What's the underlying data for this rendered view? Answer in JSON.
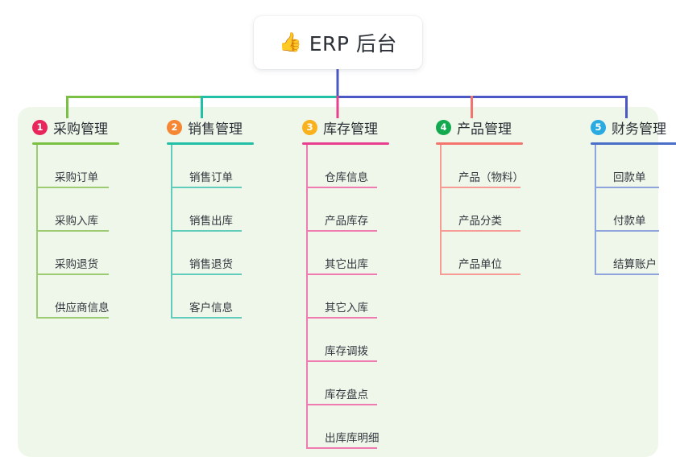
{
  "root": {
    "icon": "thumbs-up-icon",
    "emoji": "👍",
    "title": "ERP 后台"
  },
  "colors": {
    "panel_bg": "#eef7e9",
    "card_bg": "#ffffff",
    "text": "#2c3038",
    "green": "#7ac143",
    "teal": "#21bfa5",
    "pink": "#ea3f8e",
    "red": "#f4736d",
    "blue": "#4b57c4",
    "leaf_blue": "#8fa3dd",
    "badge1": "#e8265b",
    "badge2": "#f58634",
    "badge3": "#f9b21d",
    "badge4": "#13a94e",
    "badge5": "#29abe2"
  },
  "columns": [
    {
      "number": "1",
      "label": "采购管理",
      "badge_color": "#e8265b",
      "rule_color": "#7ac143",
      "line_color": "#9ccb74",
      "items": [
        "采购订单",
        "采购入库",
        "采购退货",
        "供应商信息"
      ]
    },
    {
      "number": "2",
      "label": "销售管理",
      "badge_color": "#f58634",
      "rule_color": "#21bfa5",
      "line_color": "#62ccbc",
      "items": [
        "销售订单",
        "销售出库",
        "销售退货",
        "客户信息"
      ]
    },
    {
      "number": "3",
      "label": "库存管理",
      "badge_color": "#f9b21d",
      "rule_color": "#ea3f8e",
      "line_color": "#ef7bb1",
      "items": [
        "仓库信息",
        "产品库存",
        "其它出库",
        "其它入库",
        "库存调拨",
        "库存盘点",
        "出库库明细"
      ]
    },
    {
      "number": "4",
      "label": "产品管理",
      "badge_color": "#13a94e",
      "rule_color": "#f4736d",
      "line_color": "#f79b95",
      "items": [
        "产品（物料）",
        "产品分类",
        "产品单位"
      ]
    },
    {
      "number": "5",
      "label": "财务管理",
      "badge_color": "#29abe2",
      "rule_color": "#4b6ec8",
      "line_color": "#8fa3dd",
      "items": [
        "回款单",
        "付款单",
        "结算账户"
      ]
    }
  ]
}
